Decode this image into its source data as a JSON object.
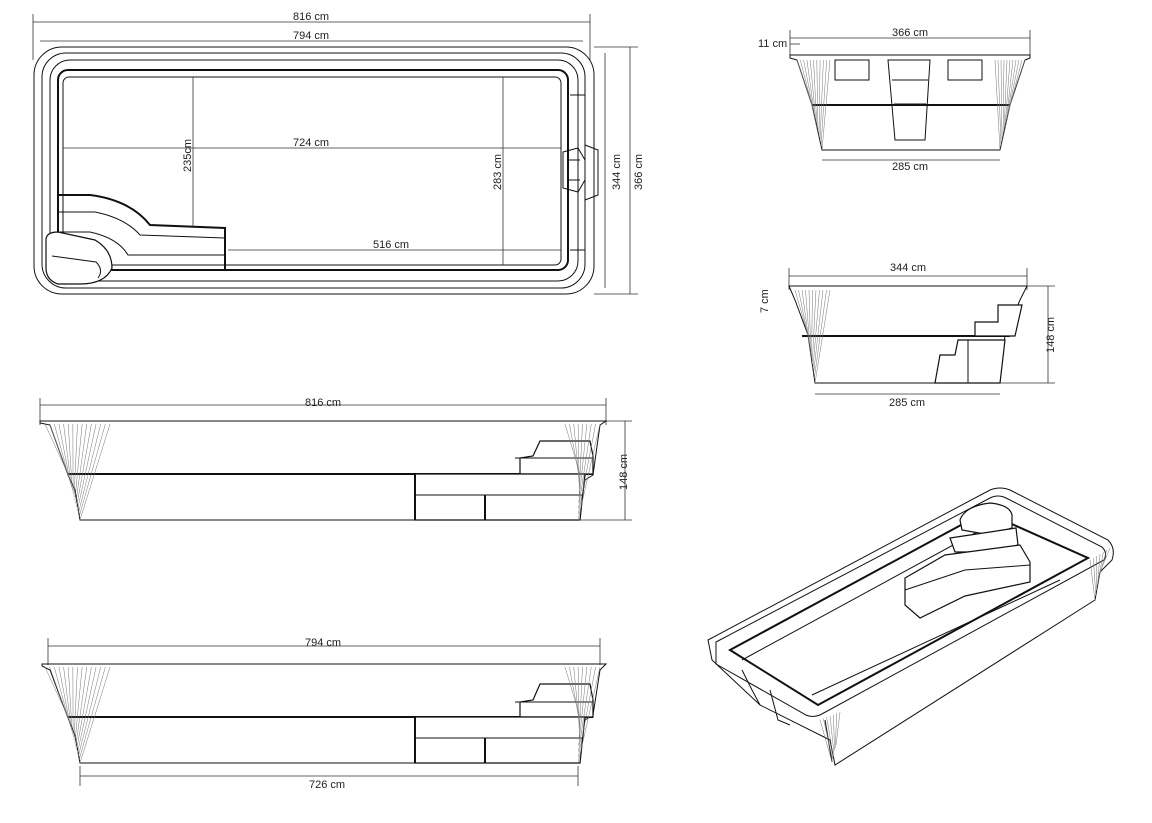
{
  "plan_view": {
    "overall_length": "816 cm",
    "inner_length": "794 cm",
    "length_724": "724 cm",
    "length_516": "516 cm",
    "depth_235": "235cm",
    "depth_283": "283 cm",
    "width_344": "344 cm",
    "width_366": "366 cm"
  },
  "end_section_top": {
    "width": "366 cm",
    "rim": "11 cm",
    "base": "285 cm"
  },
  "end_section_bottom": {
    "width": "344 cm",
    "rim": "7 cm",
    "height": "148 cm",
    "base": "285 cm"
  },
  "side_section_1": {
    "length": "816 cm",
    "height": "148 cm"
  },
  "side_section_2": {
    "length": "794 cm",
    "base": "726 cm"
  },
  "colors": {
    "line": "#111111",
    "dimension": "#333333",
    "hatch": "#777777"
  }
}
